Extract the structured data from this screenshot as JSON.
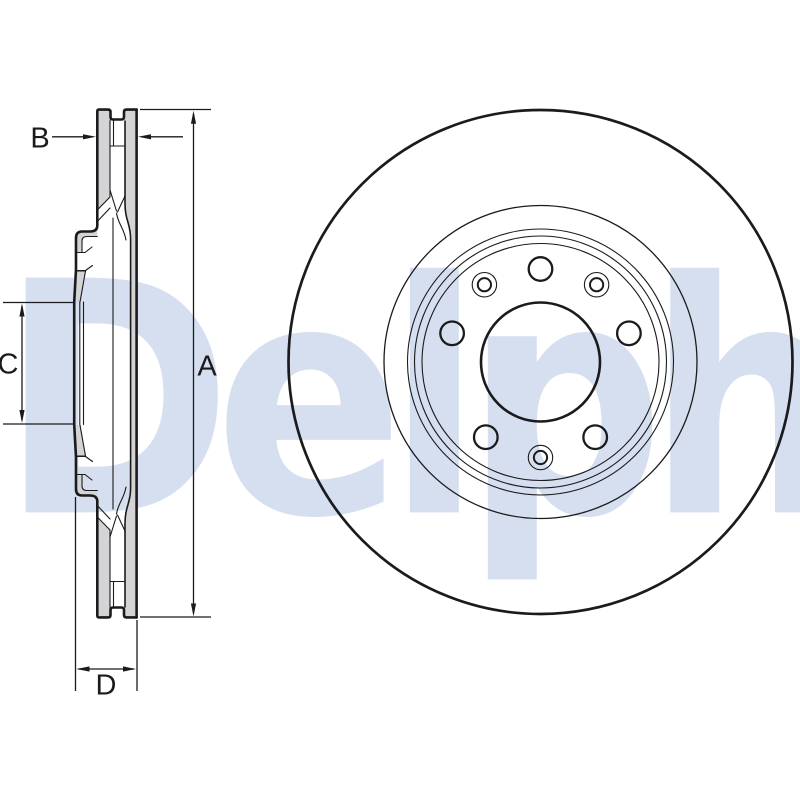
{
  "page": {
    "background_color": "#ffffff"
  },
  "watermark": {
    "text": "Delphi",
    "color": "#d5dfef"
  },
  "drawing": {
    "type": "brake-disc technical drawing, cross-section and front view",
    "line_color": "#1b1b1b",
    "section_fill_color": "#d4d4d6",
    "dimension_labels": {
      "outer_diameter": "A",
      "thickness": "B",
      "center_bore": "C",
      "height": "D"
    }
  }
}
